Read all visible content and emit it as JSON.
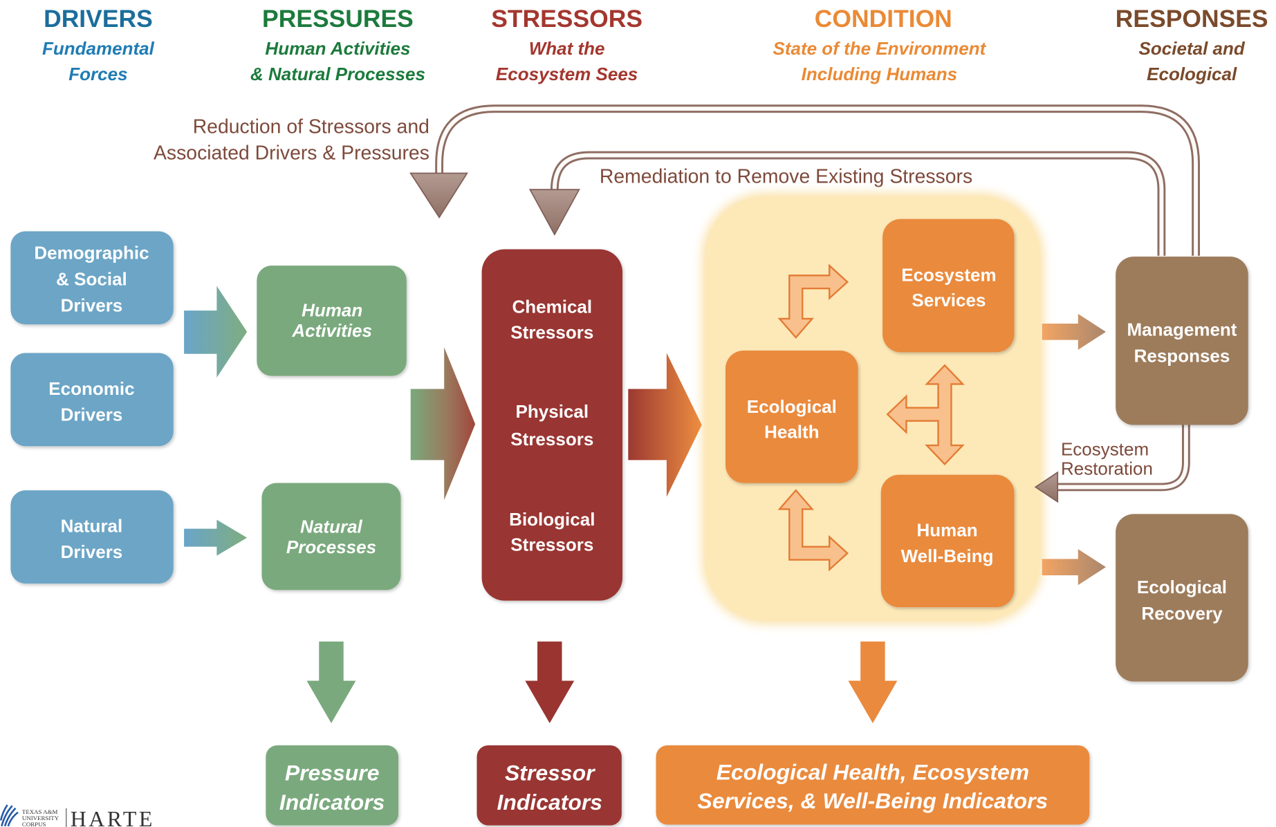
{
  "columns": {
    "drivers": {
      "title": "DRIVERS",
      "subtitle": [
        "Fundamental",
        "Forces"
      ]
    },
    "pressures": {
      "title": "PRESSURES",
      "subtitle": [
        "Human Activities",
        "& Natural Processes"
      ]
    },
    "stressors": {
      "title": "STRESSORS",
      "subtitle": [
        "What the",
        "Ecosystem Sees"
      ]
    },
    "condition": {
      "title": "CONDITION",
      "subtitle": [
        "State of the Environment",
        "Including Humans"
      ]
    },
    "responses": {
      "title": "RESPONSES",
      "subtitle": [
        "Societal and",
        "Ecological"
      ]
    }
  },
  "feedback": {
    "reduction": [
      "Reduction of Stressors and",
      "Associated Drivers & Pressures"
    ],
    "remediation": "Remediation to Remove Existing Stressors",
    "restoration": [
      "Ecosystem",
      "Restoration"
    ]
  },
  "drivers": {
    "demographic_social": [
      "Demographic",
      "& Social",
      "Drivers"
    ],
    "economic": [
      "Economic",
      "Drivers"
    ],
    "natural": [
      "Natural",
      "Drivers"
    ]
  },
  "pressures": {
    "human_activities": [
      "Human",
      "Activities"
    ],
    "natural_processes": [
      "Natural",
      "Processes"
    ]
  },
  "stressors": {
    "chemical": [
      "Chemical",
      "Stressors"
    ],
    "physical": [
      "Physical",
      "Stressors"
    ],
    "biological": [
      "Biological",
      "Stressors"
    ]
  },
  "condition": {
    "ecosystem_services": [
      "Ecosystem",
      "Services"
    ],
    "ecological_health": [
      "Ecological",
      "Health"
    ],
    "human_well_being": [
      "Human",
      "Well-Being"
    ]
  },
  "responses": {
    "management": [
      "Management",
      "Responses"
    ],
    "ecological_recovery": [
      "Ecological",
      "Recovery"
    ]
  },
  "indicators": {
    "pressure": [
      "Pressure",
      "Indicators"
    ],
    "stressor": [
      "Stressor",
      "Indicators"
    ],
    "condition": [
      "Ecological Health, Ecosystem",
      "Services, & Well-Being Indicators"
    ]
  },
  "logo": {
    "institution": [
      "TEXAS A&M",
      "UNIVERSITY",
      "CORPUS"
    ],
    "name": "HARTE"
  },
  "colors": {
    "drivers": "#1b6d9c",
    "drivers_sub": "#1f7cb4",
    "pressures": "#1c7a3c",
    "stressors": "#a3372e",
    "condition": "#ea8a35",
    "responses": "#7a4a2b",
    "feedback": "#7d4a3b",
    "driver_box": "#6ca5c6",
    "pressure_box": "#7aa97d",
    "stressor_box": "#993430",
    "condition_bg": "#fde8b7",
    "condition_box": "#ea8a3e",
    "response_box": "#9d7b5b",
    "logo_mark": "#2559a7"
  }
}
